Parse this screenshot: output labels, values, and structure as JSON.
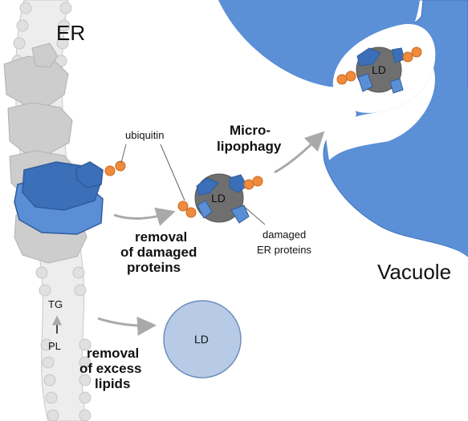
{
  "labels": {
    "er": "ER",
    "vacuole": "Vacuole",
    "ubiquitin": "ubiquitin",
    "microlipophagy_line1": "Micro-",
    "microlipophagy_line2": "lipophagy",
    "damaged_line1": "damaged",
    "damaged_line2": "ER proteins",
    "removal_damaged_line1": "removal",
    "removal_damaged_line2": "of damaged",
    "removal_damaged_line3": "proteins",
    "removal_lipids_line1": "removal",
    "removal_lipids_line2": "of excess",
    "removal_lipids_line3": "lipids",
    "tg": "TG",
    "pl": "PL",
    "ld_middle": "LD",
    "ld_vacuole": "LD",
    "ld_lower": "LD"
  },
  "colors": {
    "vacuole_fill": "#5b8fd6",
    "vacuole_stroke": "#3f72be",
    "membrane": "#e6e6e6",
    "membrane_stroke": "#c8c8c8",
    "grey_protein": "#cdcdcd",
    "grey_protein_stroke": "#b2b2b2",
    "blue_protein": "#3b6fb8",
    "blue_protein_light": "#5a8fd6",
    "ld_grey": "#6f6f6f",
    "ld_blue": "#b7cbe6",
    "ubiquitin": "#f08a3c",
    "arrow": "#a9a9a9"
  }
}
